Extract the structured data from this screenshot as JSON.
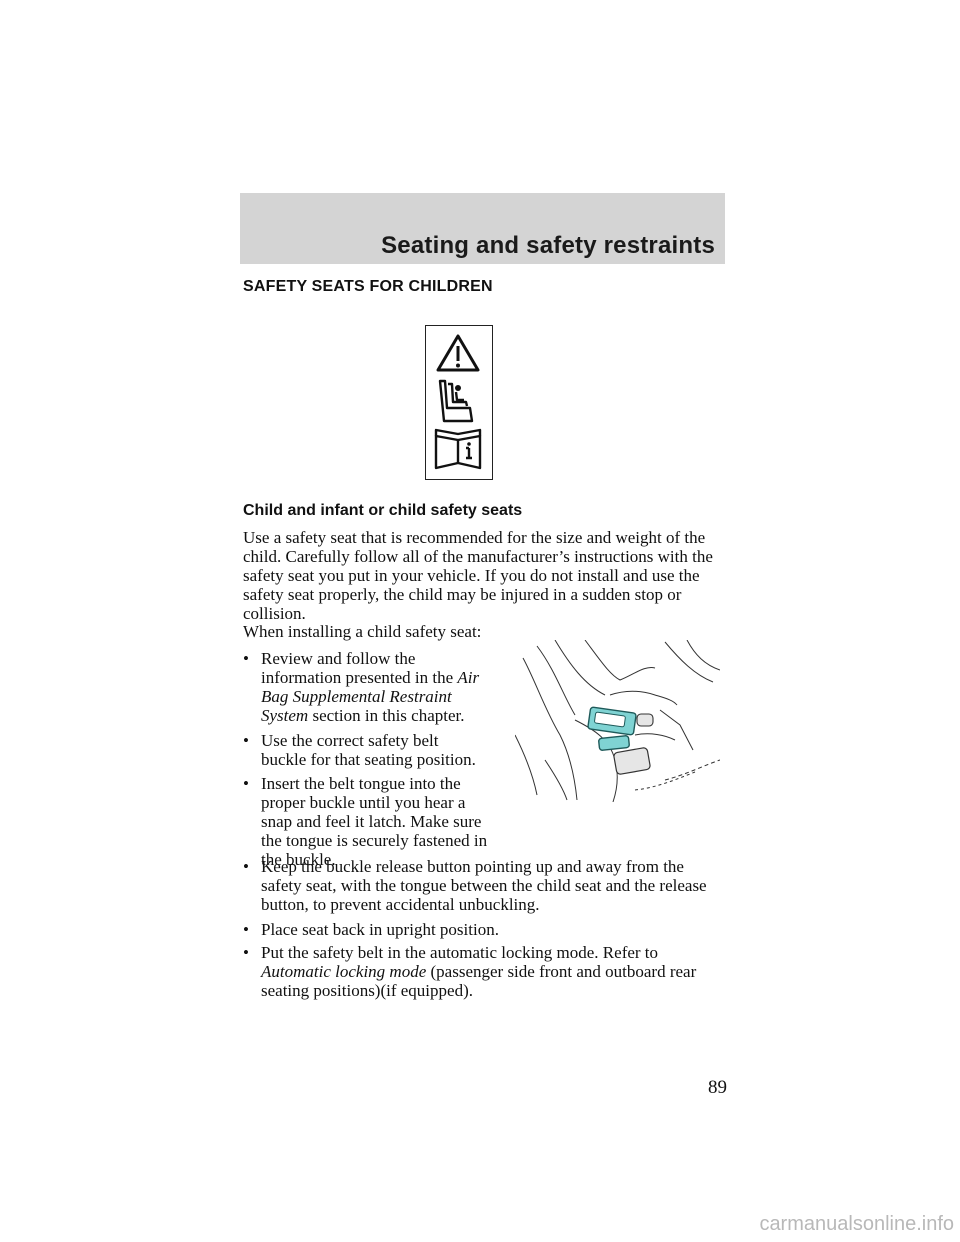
{
  "header": {
    "title": "Seating and safety restraints"
  },
  "section": {
    "heading": "SAFETY SEATS FOR CHILDREN"
  },
  "icons": {
    "symbols": [
      "warning-triangle-icon",
      "child-seat-icon",
      "owner-manual-icon"
    ]
  },
  "subheading": "Child and infant or child safety seats",
  "paragraphs": {
    "intro": "Use a safety seat that is recommended for the size and weight of the child. Carefully follow all of the manufacturer’s instructions with the safety seat you put in your vehicle. If you do not install and use the safety seat properly, the child may be injured in a sudden stop or collision.",
    "installing": "When installing a child safety seat:"
  },
  "bullets": {
    "b1_pre": "Review and follow the information presented in the ",
    "b1_italic": "Air Bag Supplemental Restraint System",
    "b1_post": " section in this chapter.",
    "b2": "Use the correct safety belt buckle for that seating position.",
    "b3": "Insert the belt tongue into the proper buckle until you hear a snap and feel it latch. Make sure the tongue is securely fastened in the buckle.",
    "b4": "Keep the buckle release button pointing up and away from the safety seat, with the tongue between the child seat and the release button, to prevent accidental unbuckling.",
    "b5": "Place seat back in upright position.",
    "b6_pre": "Put the safety belt in the automatic locking mode. Refer to ",
    "b6_italic": "Automatic locking mode",
    "b6_post": " (passenger side front and outboard rear seating positions)(if equipped)."
  },
  "bullet_symbol": "•",
  "page_number": "89",
  "watermark": "carmanualsonline.info",
  "colors": {
    "header_band": "#d4d4d4",
    "buckle_highlight": "#7fd3d3"
  }
}
